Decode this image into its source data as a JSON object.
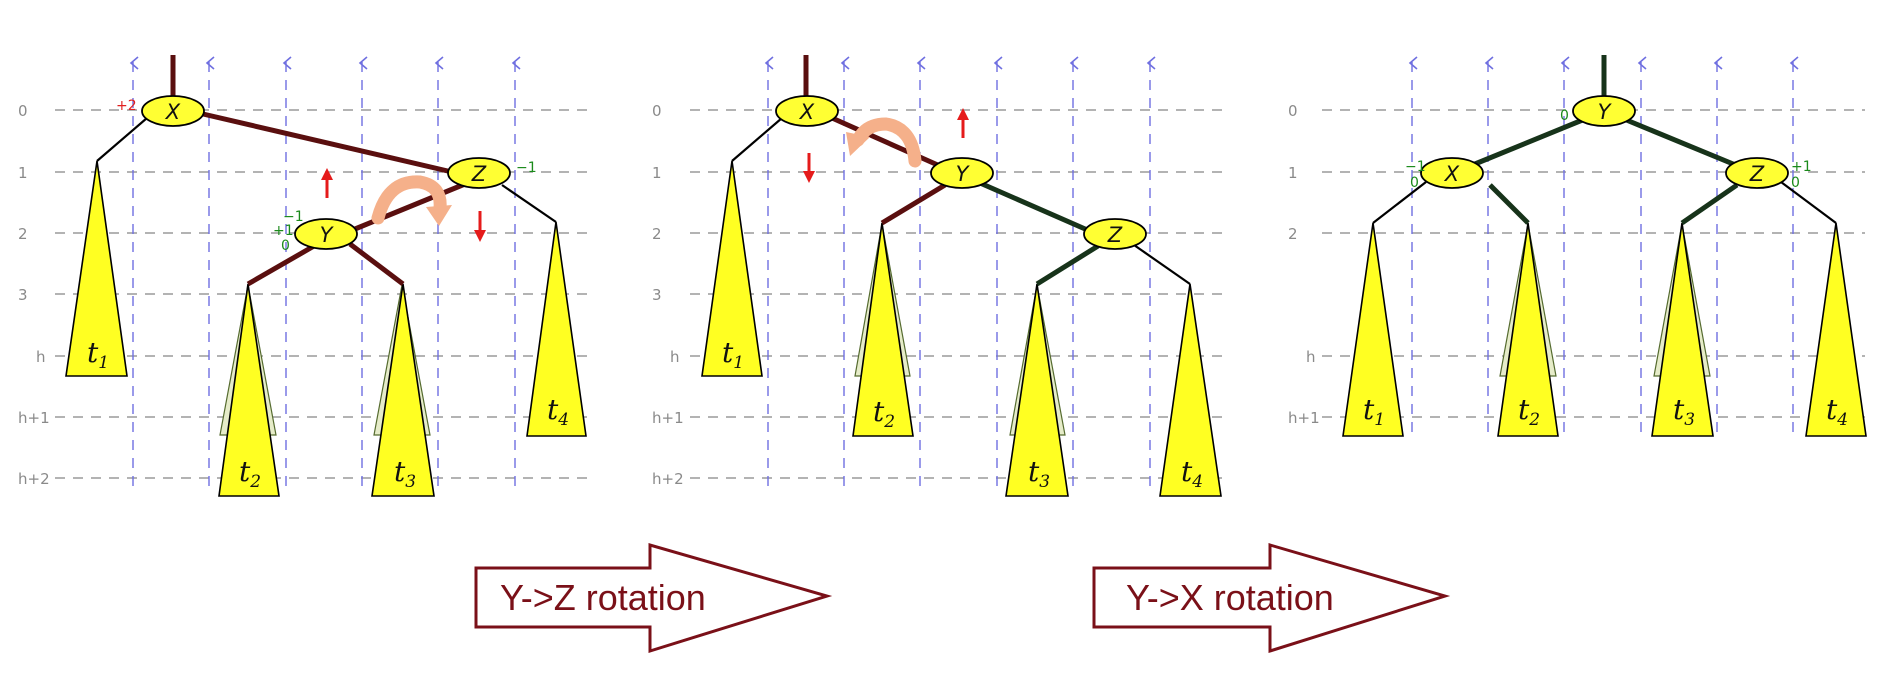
{
  "levels": [
    "0",
    "1",
    "2",
    "3",
    "h",
    "h+1",
    "h+2"
  ],
  "levels_right": [
    "0",
    "1",
    "2",
    "h",
    "h+1"
  ],
  "nodes": {
    "x": "X",
    "y": "Y",
    "z": "Z"
  },
  "subtree_letter": "t",
  "subtrees": [
    "1",
    "2",
    "3",
    "4"
  ],
  "balance": {
    "p1_x": "+2",
    "p1_z": "−1",
    "p1_y_a": "−1",
    "p1_y_b": "+1",
    "p1_y_c": "0",
    "p3_y": "0",
    "p3_x_a": "−1",
    "p3_x_b": "0",
    "p3_z_a": "+1",
    "p3_z_b": "0"
  },
  "arrows": {
    "first": "Y->Z rotation",
    "second": "Y->X rotation"
  },
  "colors": {
    "node_fill": "#ffff33",
    "red_edge": "#5a0f0f",
    "green_edge": "#17331a",
    "arrow_outline": "#7a1018",
    "rotation_arrow": "#f5b08a",
    "move_arrow": "#e51b1b"
  }
}
